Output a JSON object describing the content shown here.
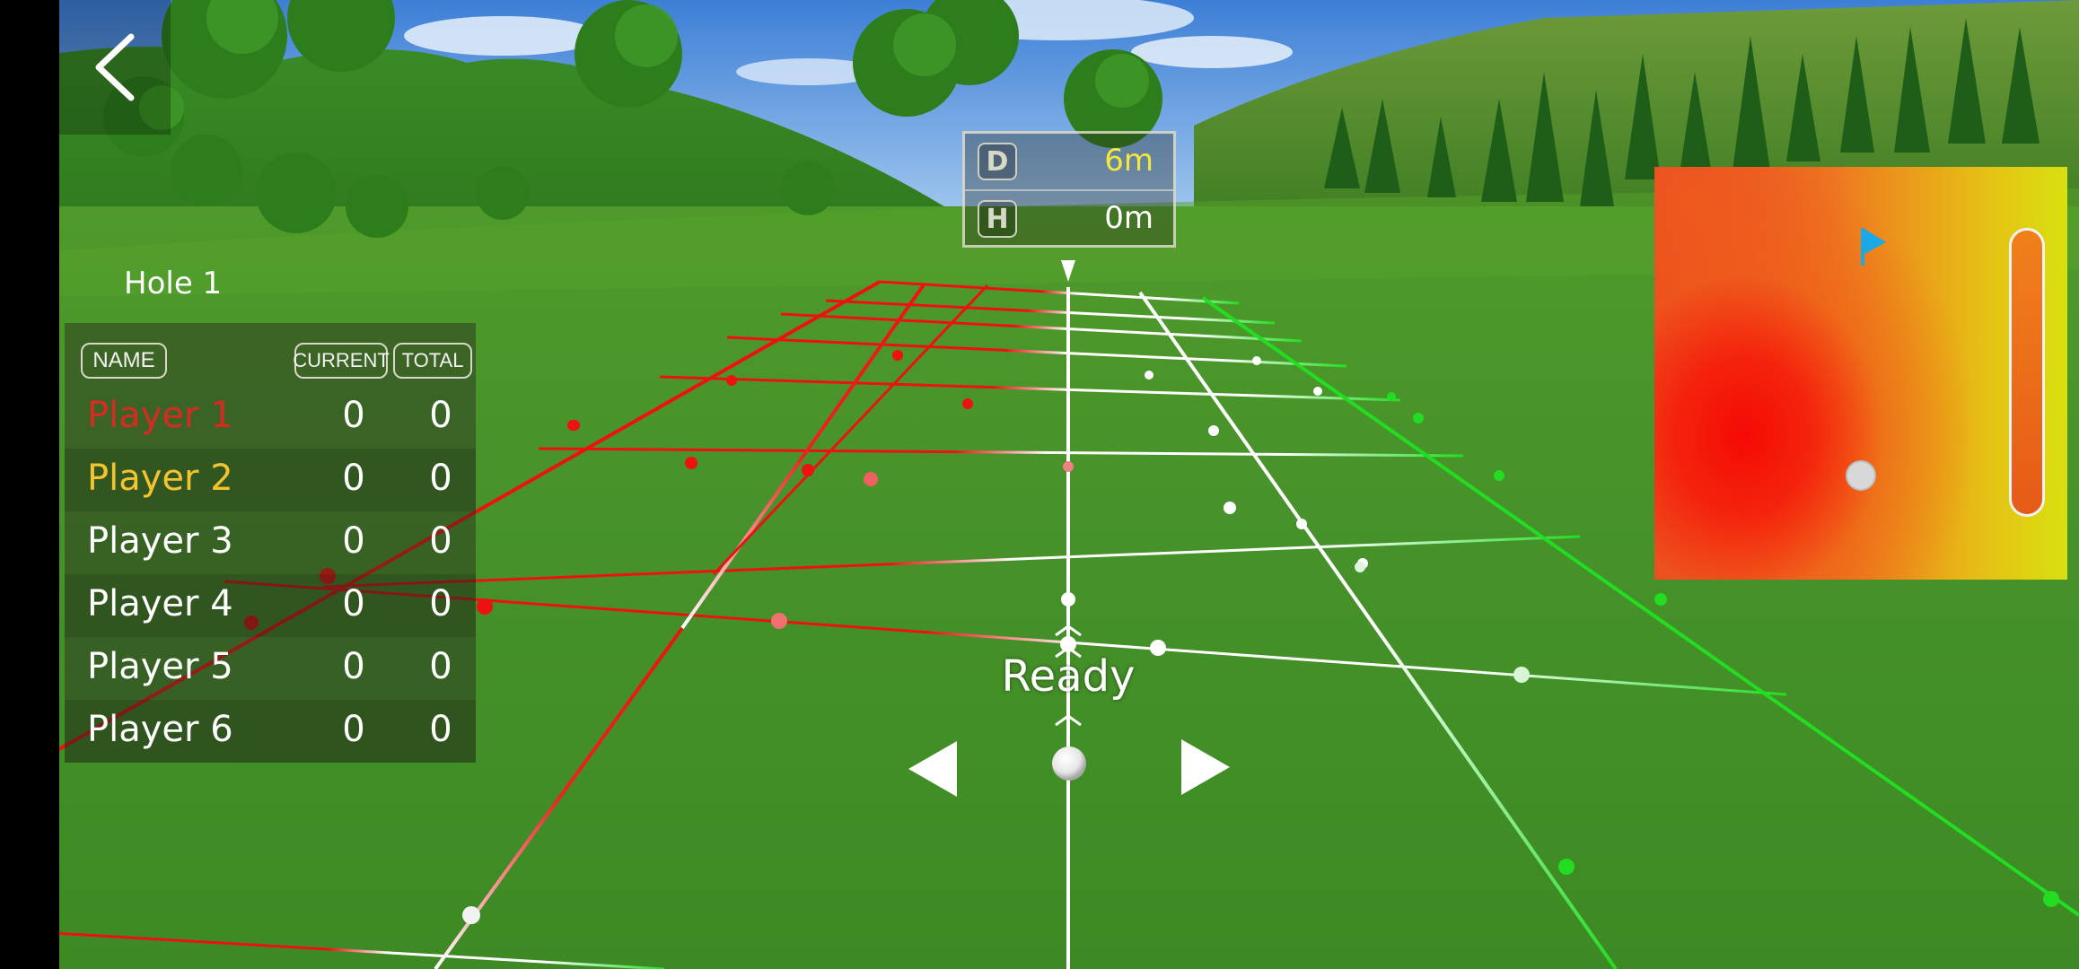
{
  "hole": {
    "title": "Hole 1"
  },
  "scoreboard": {
    "headers": {
      "name": "NAME",
      "current": "CURRENT",
      "total": "TOTAL"
    },
    "players": [
      {
        "name": "Player 1",
        "current": "0",
        "total": "0",
        "color": "#d92a22"
      },
      {
        "name": "Player 2",
        "current": "0",
        "total": "0",
        "color": "#f4c430"
      },
      {
        "name": "Player 3",
        "current": "0",
        "total": "0",
        "color": "#ffffff"
      },
      {
        "name": "Player 4",
        "current": "0",
        "total": "0",
        "color": "#ffffff"
      },
      {
        "name": "Player 5",
        "current": "0",
        "total": "0",
        "color": "#ffffff"
      },
      {
        "name": "Player 6",
        "current": "0",
        "total": "0",
        "color": "#ffffff"
      }
    ]
  },
  "readout": {
    "distance_key": "D",
    "distance_value": "6m",
    "distance_color": "#f2e83a",
    "height_key": "H",
    "height_value": "0m",
    "height_color": "#ffffff"
  },
  "status": {
    "text": "Ready"
  },
  "icons": {
    "back": "chevron-left-icon",
    "aim_left": "triangle-left-icon",
    "aim_right": "triangle-right-icon",
    "flag": "flag-icon",
    "ball": "golf-ball-icon"
  },
  "colors": {
    "grid_red": "#ee1111",
    "grid_white": "#ffffff",
    "grid_green": "#22dd22",
    "flag": "#1aa8e6"
  }
}
